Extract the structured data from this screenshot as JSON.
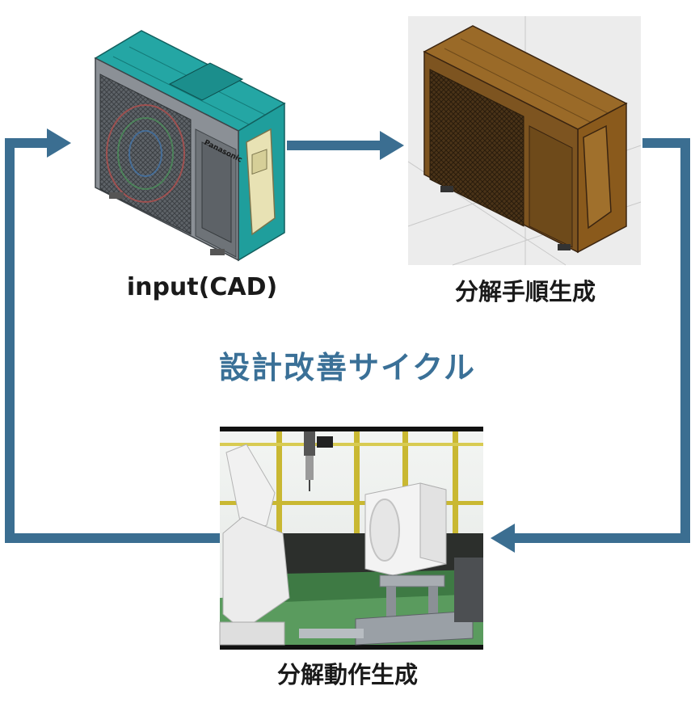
{
  "diagram": {
    "cycle_title": "設計改善サイクル",
    "nodes": [
      {
        "id": "input",
        "label": "input(CAD)",
        "image": "cad-outdoor-unit-model"
      },
      {
        "id": "step",
        "label": "分解手順生成",
        "image": "brown-outdoor-unit-render"
      },
      {
        "id": "motion",
        "label": "分解動作生成",
        "image": "robot-disassembly-simulation"
      }
    ],
    "edges": [
      {
        "from": "input",
        "to": "step"
      },
      {
        "from": "step",
        "to": "motion"
      },
      {
        "from": "motion",
        "to": "input"
      }
    ],
    "brand_text": "Panasonic",
    "colors": {
      "arrow": "#3b6e91",
      "title": "#3a7097",
      "cad_teal": "#1fa3a3",
      "unit_brown": "#8a5a1c"
    }
  }
}
